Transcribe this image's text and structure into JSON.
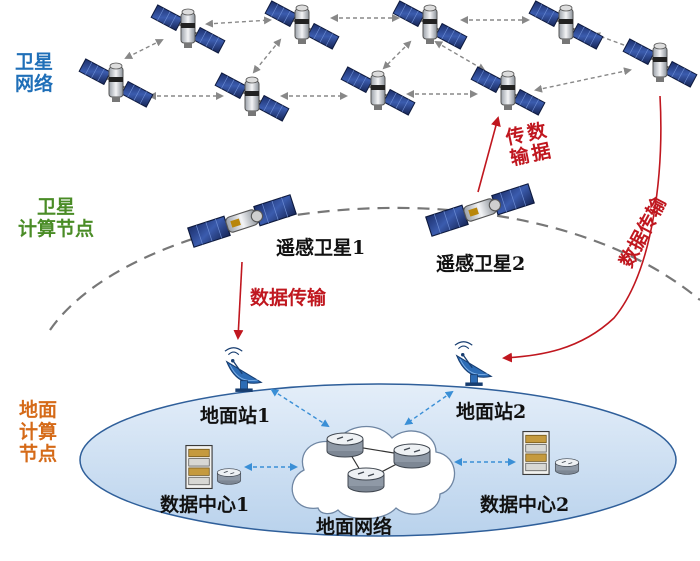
{
  "labels": {
    "satellite_network": "卫星\n网络",
    "satellite_compute_node": "卫星\n计算节点",
    "ground_compute_node": "地面\n计算\n节点",
    "remote_sat_1": "遥感卫星1",
    "remote_sat_2": "遥感卫星2",
    "data_transfer_1": "数据传输",
    "data_transfer_2": "数据\n传输",
    "data_transfer_3": "数据传输",
    "ground_station_1": "地面站1",
    "ground_station_2": "地面站2",
    "data_center_1": "数据中心1",
    "data_center_2": "数据中心2",
    "ground_network": "地面网络"
  },
  "colors": {
    "satellite_network_label": "#1f6fb8",
    "satellite_compute_label": "#4a8c26",
    "ground_compute_label": "#d56a18",
    "transfer_arrow": "#c0171f",
    "link_arrow": "#888888",
    "ground_link_arrow": "#3a8fd6",
    "ellipse_fill": "#cfe1f3",
    "ellipse_stroke": "#2f5f9a",
    "arc_stroke": "#777777"
  },
  "icons": {
    "constellation_satellite": "satellite-icon",
    "remote_satellite": "remote-sensing-satellite-icon",
    "ground_station": "satellite-dish-icon",
    "data_center": "server-rack-icon",
    "router": "router-icon",
    "cloud": "cloud-icon"
  }
}
